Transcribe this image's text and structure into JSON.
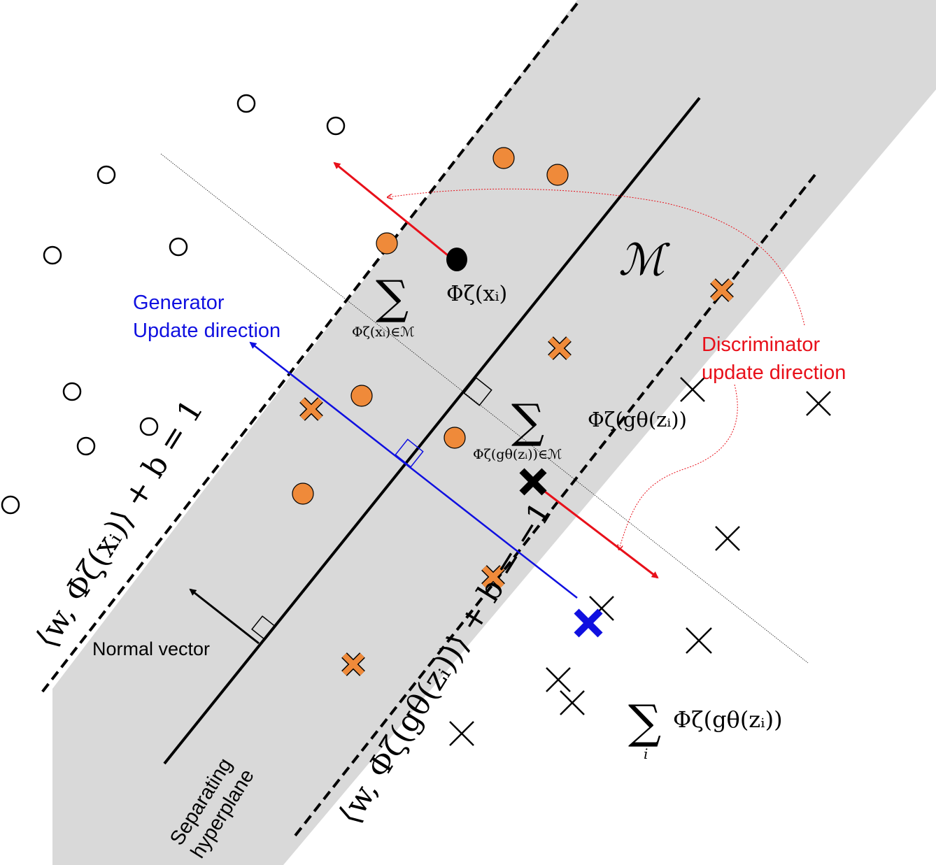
{
  "labels": {
    "generator_line1": "Generator",
    "generator_line2": "Update  direction",
    "discriminator_line1": "Discriminator",
    "discriminator_line2": "update direction",
    "normal_vector": "Normal vector",
    "separating_line1": "Separating",
    "separating_line2": "hyperplane",
    "region_symbol": "ℳ",
    "phi_x": "Φζ(xᵢ)",
    "phi_g": "Φζ(gθ(zᵢ))",
    "sum_symbol": "∑",
    "sum_sub_x": "Φζ(xᵢ)∈ℳ",
    "sum_sub_g": "Φζ(gθ(zᵢ))∈ℳ",
    "sum_all_expr": "Φζ(gθ(zᵢ))",
    "sum_all_sub": "i",
    "margin_upper_eq": "⟨w, Φζ(xᵢ)⟩ + b = 1",
    "margin_lower_eq": "⟨w, Φζ(gθ(zᵢ))⟩ + b = −1"
  },
  "colors": {
    "band_fill": "#d9d9d9",
    "orange_fill": "#ef8a3a",
    "orange_stroke": "#000000",
    "discriminator_red": "#e8101a",
    "generator_blue": "#1010e0",
    "black": "#000000"
  }
}
